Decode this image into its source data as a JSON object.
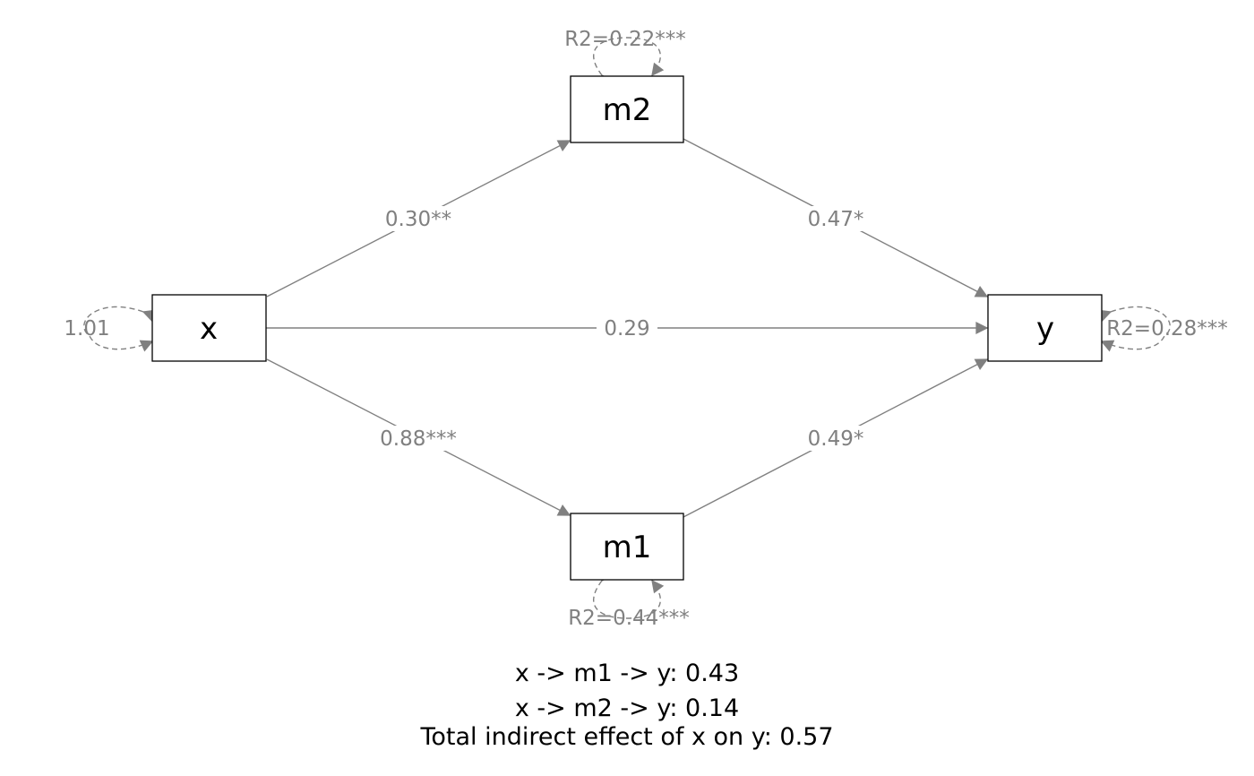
{
  "colors": {
    "edge": "#808080",
    "node_stroke": "#000000",
    "text": "#000000"
  },
  "nodes": {
    "x": "x",
    "m1": "m1",
    "m2": "m2",
    "y": "y"
  },
  "paths": {
    "x_m2": "0.30**",
    "m2_y": "0.47*",
    "x_y": "0.29",
    "x_m1": "0.88***",
    "m1_y": "0.49*"
  },
  "variances": {
    "x": "1.01",
    "m2": "R2=0.22***",
    "m1": "R2=0.44***",
    "y": "R2=0.28***"
  },
  "summary": {
    "indirect_m1": "x -> m1 -> y: 0.43",
    "indirect_m2": "x -> m2 -> y: 0.14",
    "total_indirect": "Total indirect effect of x on y: 0.57"
  }
}
